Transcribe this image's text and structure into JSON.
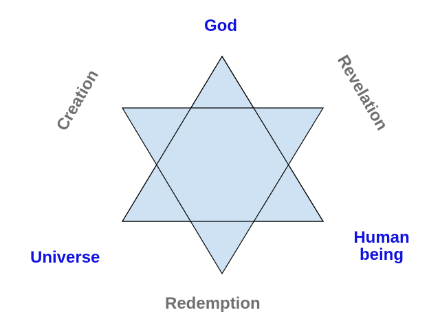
{
  "diagram": {
    "labels": {
      "god": "God",
      "universe": "Universe",
      "human_line1": "Human",
      "human_line2": "being",
      "creation": "Creation",
      "revelation": "Revelation",
      "redemption": "Redemption"
    },
    "colors": {
      "star_fill": "#cfe2f3",
      "star_stroke": "#000000",
      "vertex_label": "#1010e0",
      "edge_label": "#707070"
    }
  }
}
